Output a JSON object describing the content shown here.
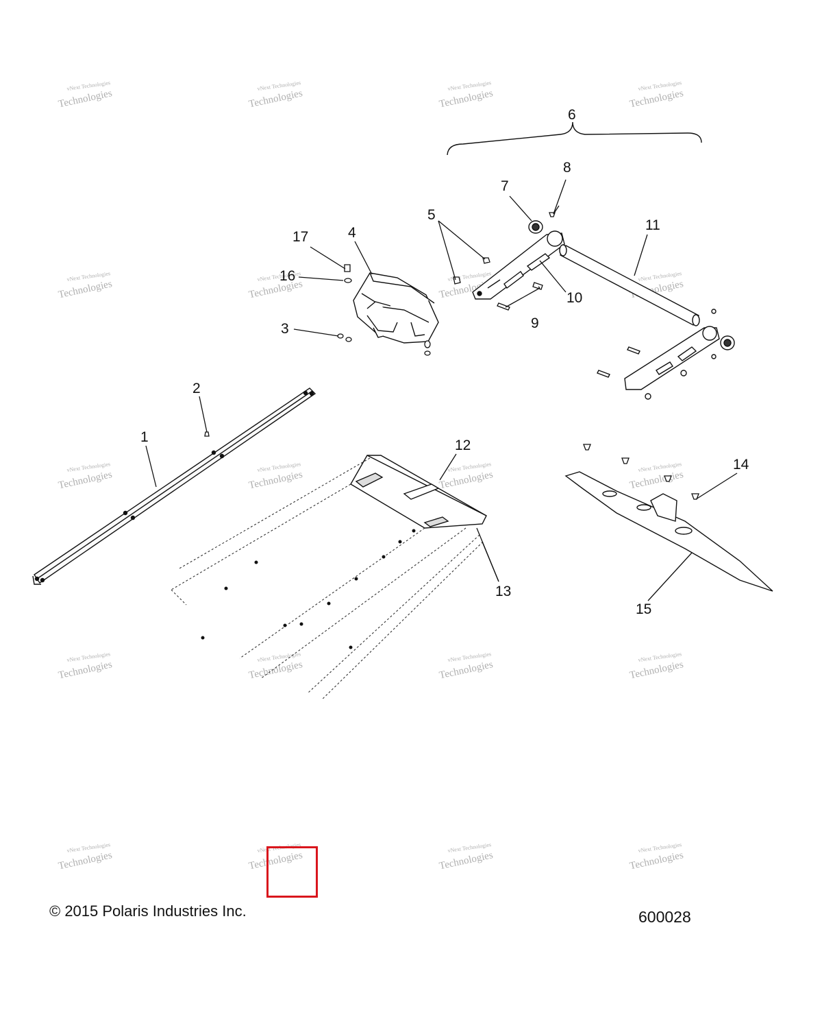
{
  "callouts": [
    "1",
    "2",
    "3",
    "4",
    "5",
    "6",
    "7",
    "8",
    "9",
    "10",
    "11",
    "12",
    "13",
    "14",
    "15",
    "16",
    "17"
  ],
  "watermark": {
    "line1": "vNext Technologies",
    "line2": "Technologies"
  },
  "footer": {
    "copyright": "© 2015 Polaris Industries Inc.",
    "figure_number": "600028"
  },
  "colors": {
    "line": "#111111",
    "watermark": "#b0b0b0",
    "selection": "#d9161d"
  }
}
